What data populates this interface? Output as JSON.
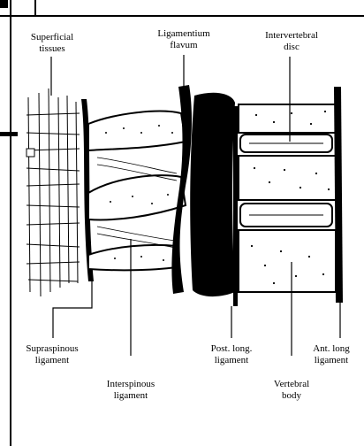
{
  "labels": {
    "superficial_tissues": [
      "Superficial",
      "tissues"
    ],
    "ligamentum_flavum": [
      "Ligamentium",
      "flavum"
    ],
    "intervertebral_disc": [
      "Intervertebral",
      "disc"
    ],
    "supraspinous_ligament": [
      "Supraspinous",
      "ligament"
    ],
    "post_long_ligament": [
      "Post. long.",
      "ligament"
    ],
    "ant_long_ligament": [
      "Ant. long",
      "ligament"
    ],
    "interspinous_ligament": [
      "Interspinous",
      "ligament"
    ],
    "vertebral_body": [
      "Vertebral",
      "body"
    ]
  }
}
